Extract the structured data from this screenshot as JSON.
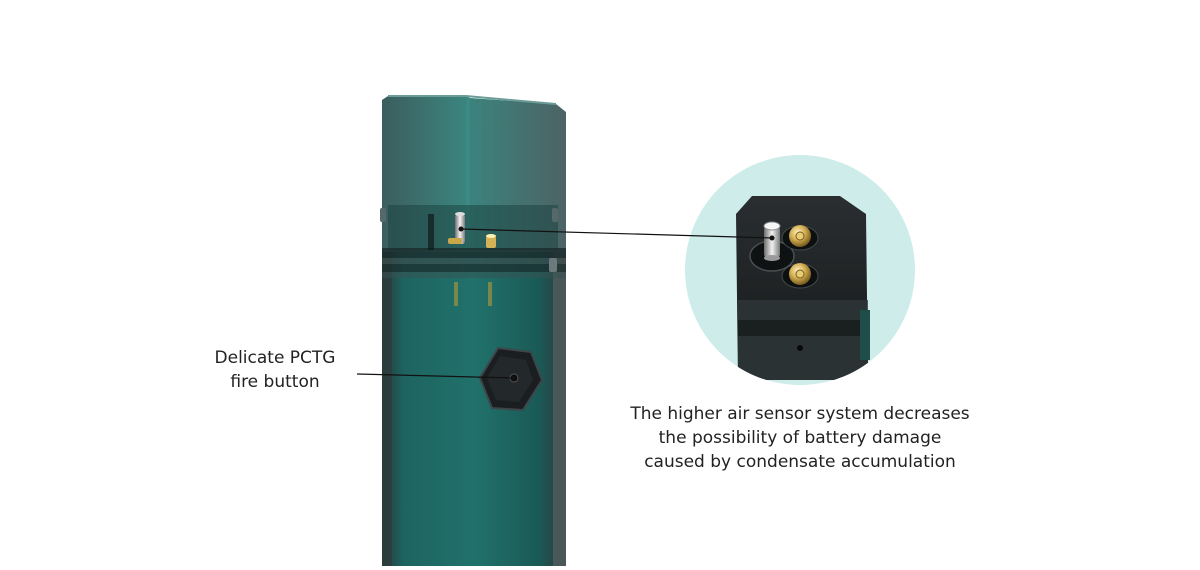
{
  "callouts": {
    "fire_button": {
      "lines": [
        "Delicate PCTG",
        "fire button"
      ]
    },
    "air_sensor": {
      "lines": [
        "The higher air sensor system decreases",
        "the possibility of battery damage",
        "caused by condensate accumulation"
      ]
    }
  },
  "colors": {
    "background": "#ffffff",
    "device_body": "#1d5d59",
    "device_body_light": "#2a7b74",
    "device_edge": "#5a6466",
    "inset_circle": "#cdecea",
    "pod_base": "#1f2324",
    "contact_gold": "#c9a64a",
    "leader_line": "#111111",
    "text": "#222222"
  }
}
